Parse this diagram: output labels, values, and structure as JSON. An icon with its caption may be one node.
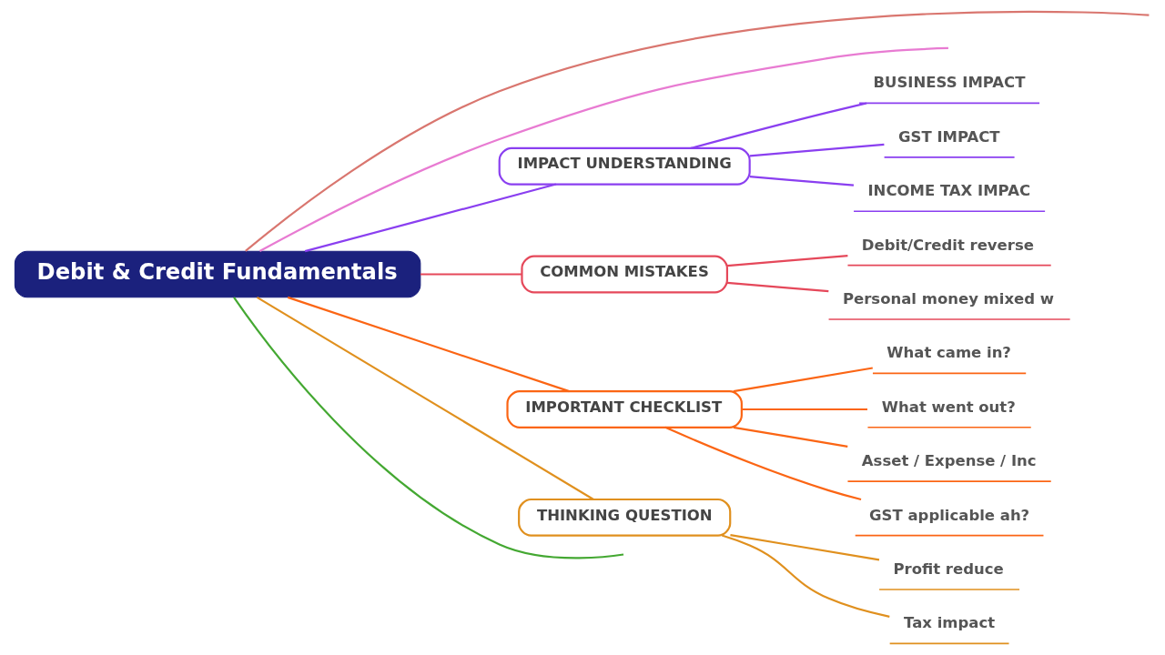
{
  "diagram": {
    "nodes": [
      {
        "text": [
          "Debit & Credit Fundamentals"
        ]
      },
      {
        "text": [
          "IMPACT UNDERSTANDING"
        ]
      },
      {
        "text": [
          "BUSINESS IMPACT"
        ]
      },
      {
        "text": [
          "GST IMPACT"
        ]
      },
      {
        "text": [
          "INCOME TAX IMPAC"
        ]
      },
      {
        "text": [
          "COMMON MISTAKES"
        ]
      },
      {
        "text": [
          "Debit/Credit reverse"
        ]
      },
      {
        "text": [
          "Personal money mixed w"
        ]
      },
      {
        "text": [
          "IMPORTANT CHECKLIST"
        ]
      },
      {
        "text": [
          "What came in?"
        ]
      },
      {
        "text": [
          "What went out?"
        ]
      },
      {
        "text": [
          "Asset / Expense / Inc"
        ]
      },
      {
        "text": [
          "GST applicable ah?"
        ]
      },
      {
        "text": [
          "THINKING QUESTION"
        ]
      },
      {
        "text": [
          "Profit reduce"
        ]
      },
      {
        "text": [
          "Tax impact"
        ]
      }
    ],
    "edges": [
      {
        "from": 0,
        "to": null,
        "arrow": "none",
        "color": "#d9766f"
      },
      {
        "from": 0,
        "to": null,
        "arrow": "none",
        "color": "#e87bd2"
      },
      {
        "from": 0,
        "to": 1,
        "arrow": "none",
        "color": "#8a3ff0"
      },
      {
        "from": 1,
        "to": 2,
        "arrow": "none",
        "color": "#8a3ff0"
      },
      {
        "from": 1,
        "to": 3,
        "arrow": "none",
        "color": "#8a3ff0"
      },
      {
        "from": 1,
        "to": 4,
        "arrow": "none",
        "color": "#8a3ff0"
      },
      {
        "from": 0,
        "to": 5,
        "arrow": "none",
        "color": "#e5485a"
      },
      {
        "from": 5,
        "to": 6,
        "arrow": "none",
        "color": "#e5485a"
      },
      {
        "from": 5,
        "to": 7,
        "arrow": "none",
        "color": "#e5485a"
      },
      {
        "from": 0,
        "to": 8,
        "arrow": "none",
        "color": "#fb6514"
      },
      {
        "from": 8,
        "to": 9,
        "arrow": "none",
        "color": "#fb6514"
      },
      {
        "from": 8,
        "to": 10,
        "arrow": "none",
        "color": "#fb6514"
      },
      {
        "from": 8,
        "to": 11,
        "arrow": "none",
        "color": "#fb6514"
      },
      {
        "from": 8,
        "to": 12,
        "arrow": "none",
        "color": "#fb6514"
      },
      {
        "from": 0,
        "to": 13,
        "arrow": "none",
        "color": "#e0901e"
      },
      {
        "from": 13,
        "to": 14,
        "arrow": "none",
        "color": "#e0901e"
      },
      {
        "from": 13,
        "to": 15,
        "arrow": "none",
        "color": "#e0901e"
      },
      {
        "from": 0,
        "to": null,
        "arrow": "none",
        "color": "#44a832"
      }
    ]
  }
}
